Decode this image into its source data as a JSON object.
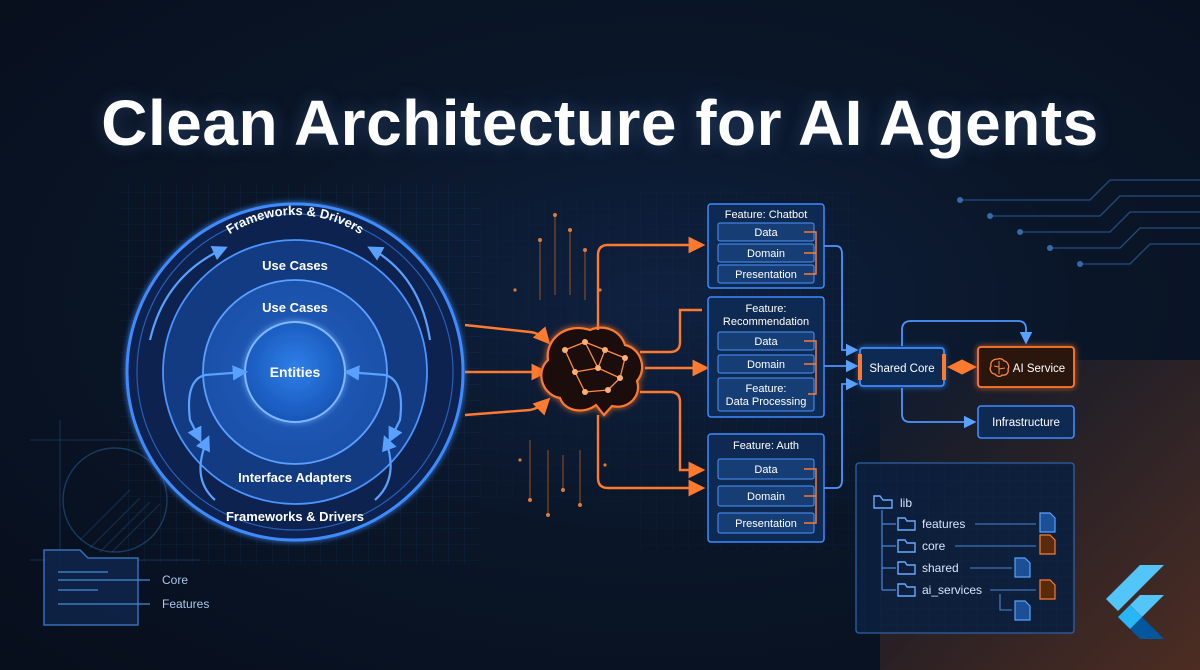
{
  "title": "Clean Architecture for AI Agents",
  "colors": {
    "background": "#0a1628",
    "blue_accent": "#3d8bff",
    "orange_accent": "#ff7a2e",
    "panel_fill": "#0f2a52",
    "text": "#ffffff"
  },
  "onion": {
    "outer_top_label": "Frameworks & Drivers",
    "ring2_label": "Use Cases",
    "ring3_label": "Use Cases",
    "core_label": "Entities",
    "bottom_inner_label": "Interface Adapters",
    "bottom_outer_label": "Frameworks & Drivers"
  },
  "mini_folder": {
    "items": [
      "Core",
      "Features"
    ]
  },
  "center": {
    "icon": "brain-circuit-icon"
  },
  "features": [
    {
      "title": "Feature: Chatbot",
      "layers": [
        "Data",
        "Domain",
        "Presentation"
      ]
    },
    {
      "title_line1": "Feature:",
      "title_line2": "Recommendation",
      "layers": [
        "Data",
        "Domain"
      ],
      "extra_line1": "Feature:",
      "extra_line2": "Data Processing"
    },
    {
      "title": "Feature: Auth",
      "layers": [
        "Data",
        "Domain",
        "Presentation"
      ]
    }
  ],
  "right_nodes": {
    "shared_core": "Shared Core",
    "ai_service": "AI Service",
    "ai_service_icon": "brain-icon",
    "infrastructure": "Infrastructure"
  },
  "file_tree": {
    "root": "lib",
    "items": [
      "features",
      "core",
      "shared",
      "ai_services"
    ]
  },
  "logo": "flutter-logo-icon"
}
